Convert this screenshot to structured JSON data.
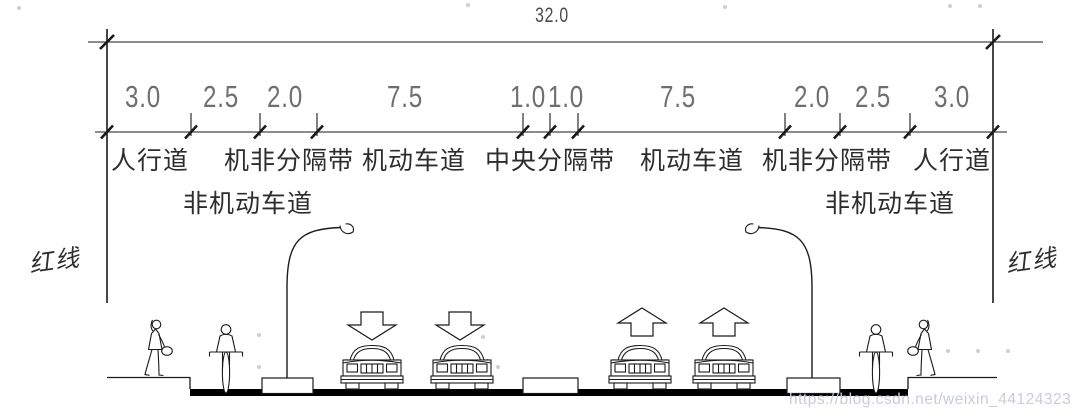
{
  "diagram": {
    "total_width_label": "32.0",
    "dimension_values": [
      "3.0",
      "2.5",
      "2.0",
      "7.5",
      "1.0",
      "1.0",
      "7.5",
      "2.0",
      "2.5",
      "3.0"
    ],
    "zone_labels_row1": [
      "人行道",
      "机非分隔带",
      "机动车道",
      "中央分隔带",
      "机动车道",
      "机非分隔带",
      "人行道"
    ],
    "zone_labels_row2": [
      "非机动车道",
      "非机动车道"
    ],
    "red_line_left": "红线",
    "red_line_right": "红线"
  },
  "watermark": {
    "text": "https://blog.csdn.net/weixin_44124323"
  },
  "colors": {
    "line": "#1a1a1a",
    "dimension_text": "#6f6f6f",
    "label_text": "#2d2d2d",
    "watermark_text": "#c8cdd6",
    "pavement_fill": "#000000",
    "background": "#ffffff"
  },
  "drawing_symbols": [
    "street-lamp-icon",
    "sedan-car-front-icon",
    "direction-arrow-down-icon",
    "direction-arrow-up-icon",
    "pedestrian-icon",
    "cyclist-icon",
    "separator-block",
    "central-median-block",
    "red-boundary-line",
    "pavement-band"
  ]
}
